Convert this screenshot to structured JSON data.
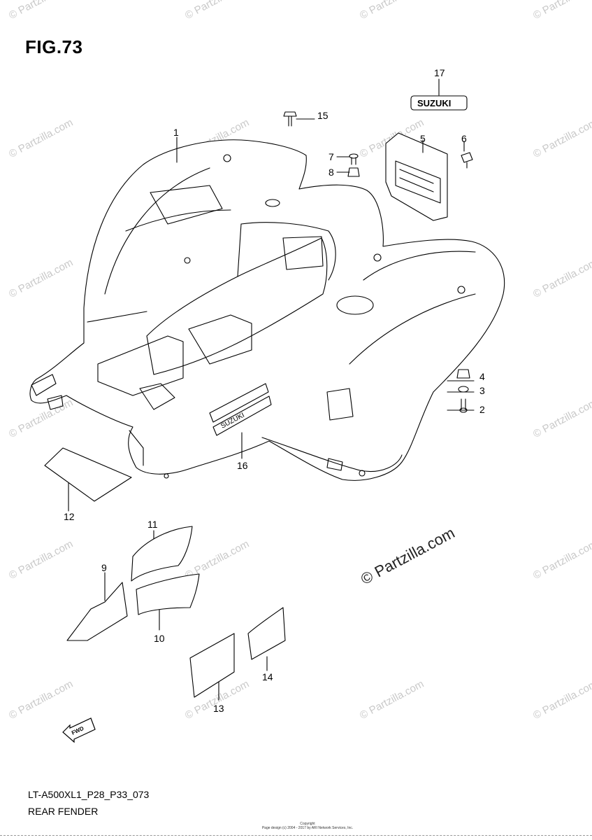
{
  "figure": {
    "title": "FIG.73",
    "code": "LT-A500XL1_P28_P33_073",
    "name": "REAR FENDER"
  },
  "watermark": {
    "text": "© Partzilla.com",
    "center_text": "© Partzilla.com"
  },
  "copyright": {
    "line1": "Copyright",
    "line2": "Page design (c) 2004 - 2017 by ARI Network Services, Inc."
  },
  "logo": {
    "brand": "SUZUKI",
    "fender_text": "SUZUKI",
    "fwd": "FWD"
  },
  "parts": [
    {
      "number": "1"
    },
    {
      "number": "2"
    },
    {
      "number": "3"
    },
    {
      "number": "4"
    },
    {
      "number": "5"
    },
    {
      "number": "6"
    },
    {
      "number": "7"
    },
    {
      "number": "8"
    },
    {
      "number": "9"
    },
    {
      "number": "10"
    },
    {
      "number": "11"
    },
    {
      "number": "12"
    },
    {
      "number": "13"
    },
    {
      "number": "14"
    },
    {
      "number": "15"
    },
    {
      "number": "16"
    },
    {
      "number": "17"
    }
  ]
}
